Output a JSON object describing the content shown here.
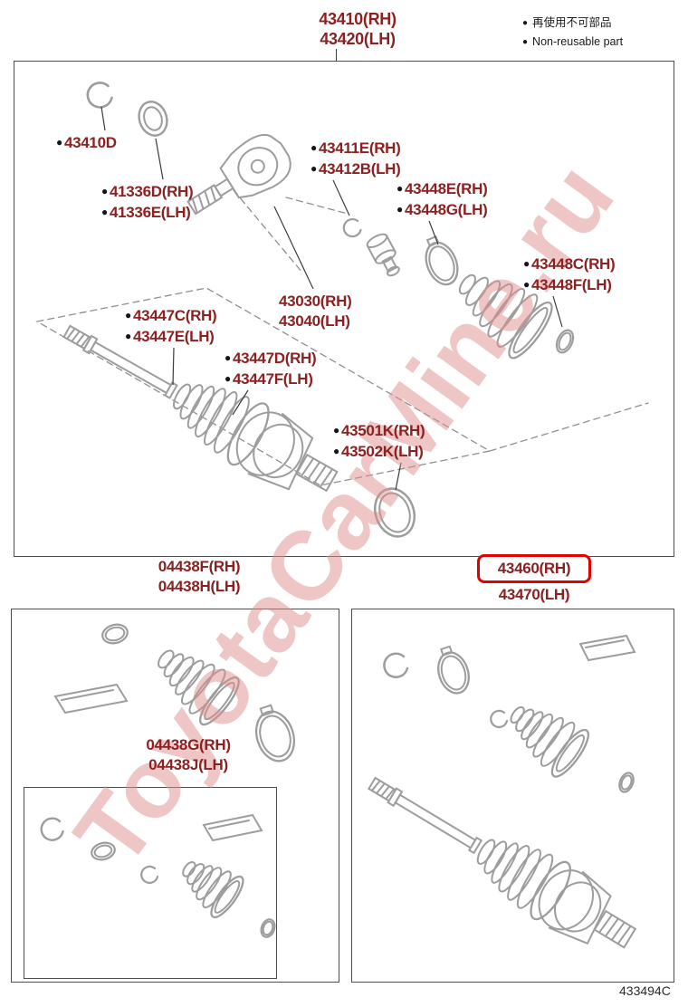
{
  "watermark": "ToyotaCarMine.ru",
  "doc_code": "433494C",
  "icons": {
    "dot": "●"
  },
  "colors": {
    "label_red": "#8b2121",
    "highlight_red": "#e20000",
    "art_gray": "#9d9d9d"
  },
  "title": {
    "line1": "43410(RH)",
    "line2": "43420(LH)"
  },
  "legend": {
    "jp": "再使用不可部品",
    "en": "Non-reusable part"
  },
  "labels": {
    "l43410d": {
      "line1": "43410D",
      "non_reusable": true
    },
    "l41336": {
      "line1": "41336D(RH)",
      "line2": "41336E(LH)",
      "non_reusable": true
    },
    "l43411": {
      "line1": "43411E(RH)",
      "line2": "43412B(LH)",
      "non_reusable": true
    },
    "l43448eg": {
      "line1": "43448E(RH)",
      "line2": "43448G(LH)",
      "non_reusable": true
    },
    "l43448cf": {
      "line1": "43448C(RH)",
      "line2": "43448F(LH)",
      "non_reusable": true
    },
    "l43030": {
      "line1": "43030(RH)",
      "line2": "43040(LH)",
      "non_reusable": false
    },
    "l43447ce": {
      "line1": "43447C(RH)",
      "line2": "43447E(LH)",
      "non_reusable": true
    },
    "l43447df": {
      "line1": "43447D(RH)",
      "line2": "43447F(LH)",
      "non_reusable": true
    },
    "l43501": {
      "line1": "43501K(RH)",
      "line2": "43502K(LH)",
      "non_reusable": true
    },
    "l04438fh": {
      "line1": "04438F(RH)",
      "line2": "04438H(LH)",
      "non_reusable": false
    },
    "l04438gj": {
      "line1": "04438G(RH)",
      "line2": "04438J(LH)",
      "non_reusable": false
    },
    "l43460": {
      "line1": "43460(RH)",
      "line2": "43470(LH)",
      "non_reusable": false,
      "highlighted": "43460(RH)"
    }
  }
}
